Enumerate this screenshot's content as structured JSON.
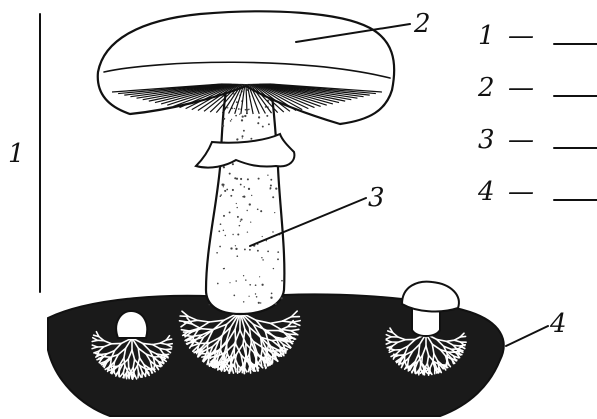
{
  "diagram": {
    "labels": {
      "whole": "1",
      "cap": "2",
      "stem": "3",
      "mycelium": "4"
    },
    "answer_key": [
      {
        "number": "1",
        "dash": "—"
      },
      {
        "number": "2",
        "dash": "—"
      },
      {
        "number": "3",
        "dash": "—"
      },
      {
        "number": "4",
        "dash": "—"
      }
    ]
  }
}
